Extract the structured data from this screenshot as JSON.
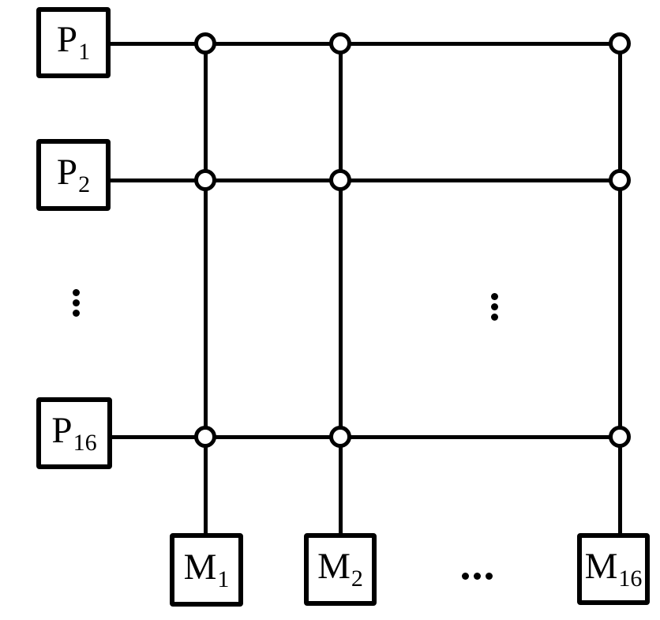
{
  "diagram": {
    "type": "crossbar-interconnection-network",
    "colors": {
      "background": "#ffffff",
      "line": "#000000",
      "node_fill": "#ffffff"
    },
    "processors": [
      {
        "base": "P",
        "sub": "1"
      },
      {
        "base": "P",
        "sub": "2"
      },
      {
        "base": "P",
        "sub": "16"
      }
    ],
    "memories": [
      {
        "base": "M",
        "sub": "1"
      },
      {
        "base": "M",
        "sub": "2"
      },
      {
        "base": "M",
        "sub": "16"
      }
    ],
    "ellipses": {
      "processors_vertical": "⋮",
      "crossbar_vertical": "⋮",
      "memories_horizontal": "..."
    }
  }
}
